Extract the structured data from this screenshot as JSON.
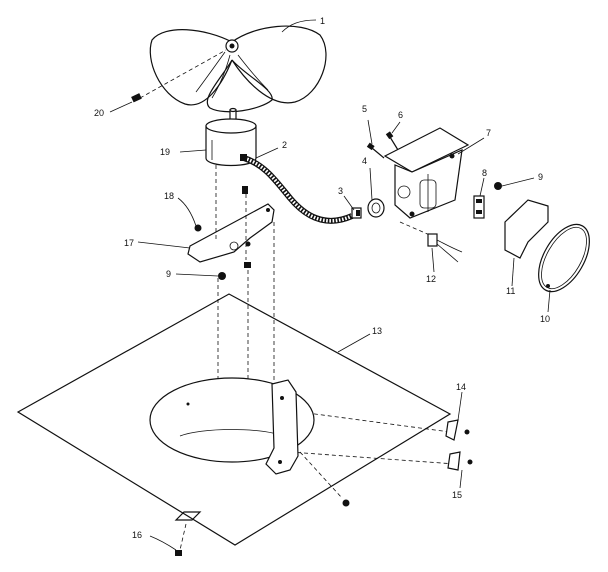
{
  "callouts": [
    {
      "id": "c1",
      "text": "1"
    },
    {
      "id": "c2",
      "text": "2"
    },
    {
      "id": "c3",
      "text": "3"
    },
    {
      "id": "c4",
      "text": "4"
    },
    {
      "id": "c5",
      "text": "5"
    },
    {
      "id": "c6",
      "text": "6"
    },
    {
      "id": "c7",
      "text": "7"
    },
    {
      "id": "c8",
      "text": "8"
    },
    {
      "id": "c9a",
      "text": "9"
    },
    {
      "id": "c9b",
      "text": "9"
    },
    {
      "id": "c10",
      "text": "10"
    },
    {
      "id": "c11",
      "text": "11"
    },
    {
      "id": "c12",
      "text": "12"
    },
    {
      "id": "c13",
      "text": "13"
    },
    {
      "id": "c14",
      "text": "14"
    },
    {
      "id": "c15",
      "text": "15"
    },
    {
      "id": "c16",
      "text": "16"
    },
    {
      "id": "c17",
      "text": "17"
    },
    {
      "id": "c18",
      "text": "18"
    },
    {
      "id": "c19",
      "text": "19"
    },
    {
      "id": "c20",
      "text": "20"
    }
  ]
}
